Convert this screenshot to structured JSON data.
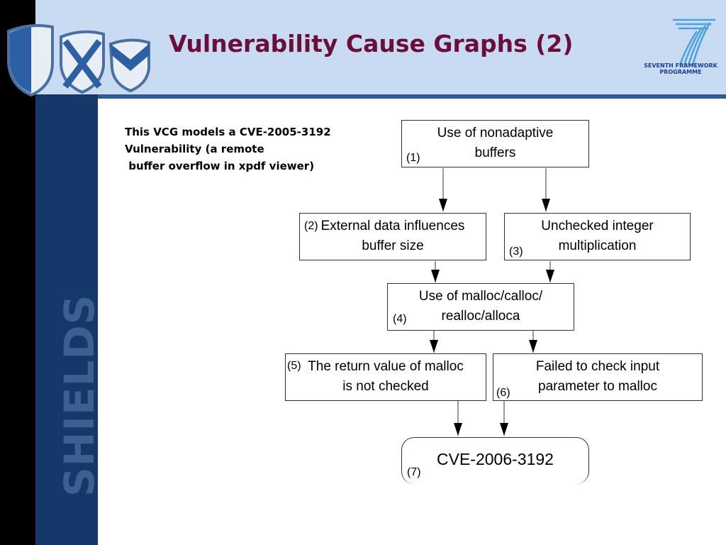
{
  "header": {
    "title": "Vulnerability Cause Graphs (2)",
    "brand_vertical": "SHIELDS",
    "fp7_line1": "SEVENTH FRAMEWORK",
    "fp7_line2": "PROGRAMME"
  },
  "intro": {
    "line1": "This VCG models a CVE-2005-3192",
    "line2": "Vulnerability (a remote",
    "line3": " buffer overflow in xpdf viewer)"
  },
  "graph": {
    "nodes": [
      {
        "number": "(1)",
        "label": "Use of nonadaptive buffers"
      },
      {
        "number": "(2)",
        "label": "External data influences buffer size"
      },
      {
        "number": "(3)",
        "label": "Unchecked integer multiplication"
      },
      {
        "number": "(4)",
        "label": "Use of malloc/calloc/ realloc/alloca"
      },
      {
        "number": "(5)",
        "label": "The return value of malloc is not checked"
      },
      {
        "number": "(6)",
        "label": "Failed to check input parameter to malloc"
      },
      {
        "number": "(7)",
        "label": "CVE-2006-3192"
      }
    ],
    "edges": [
      {
        "from": "(1)",
        "to": "(2)"
      },
      {
        "from": "(1)",
        "to": "(3)"
      },
      {
        "from": "(2)",
        "to": "(4)"
      },
      {
        "from": "(3)",
        "to": "(4)"
      },
      {
        "from": "(4)",
        "to": "(5)"
      },
      {
        "from": "(4)",
        "to": "(6)"
      },
      {
        "from": "(5)",
        "to": "(7)"
      },
      {
        "from": "(6)",
        "to": "(7)"
      }
    ]
  },
  "colors": {
    "title": "#6a0f3a",
    "band": "#15386b",
    "header_bg": "#c9dbf3"
  }
}
